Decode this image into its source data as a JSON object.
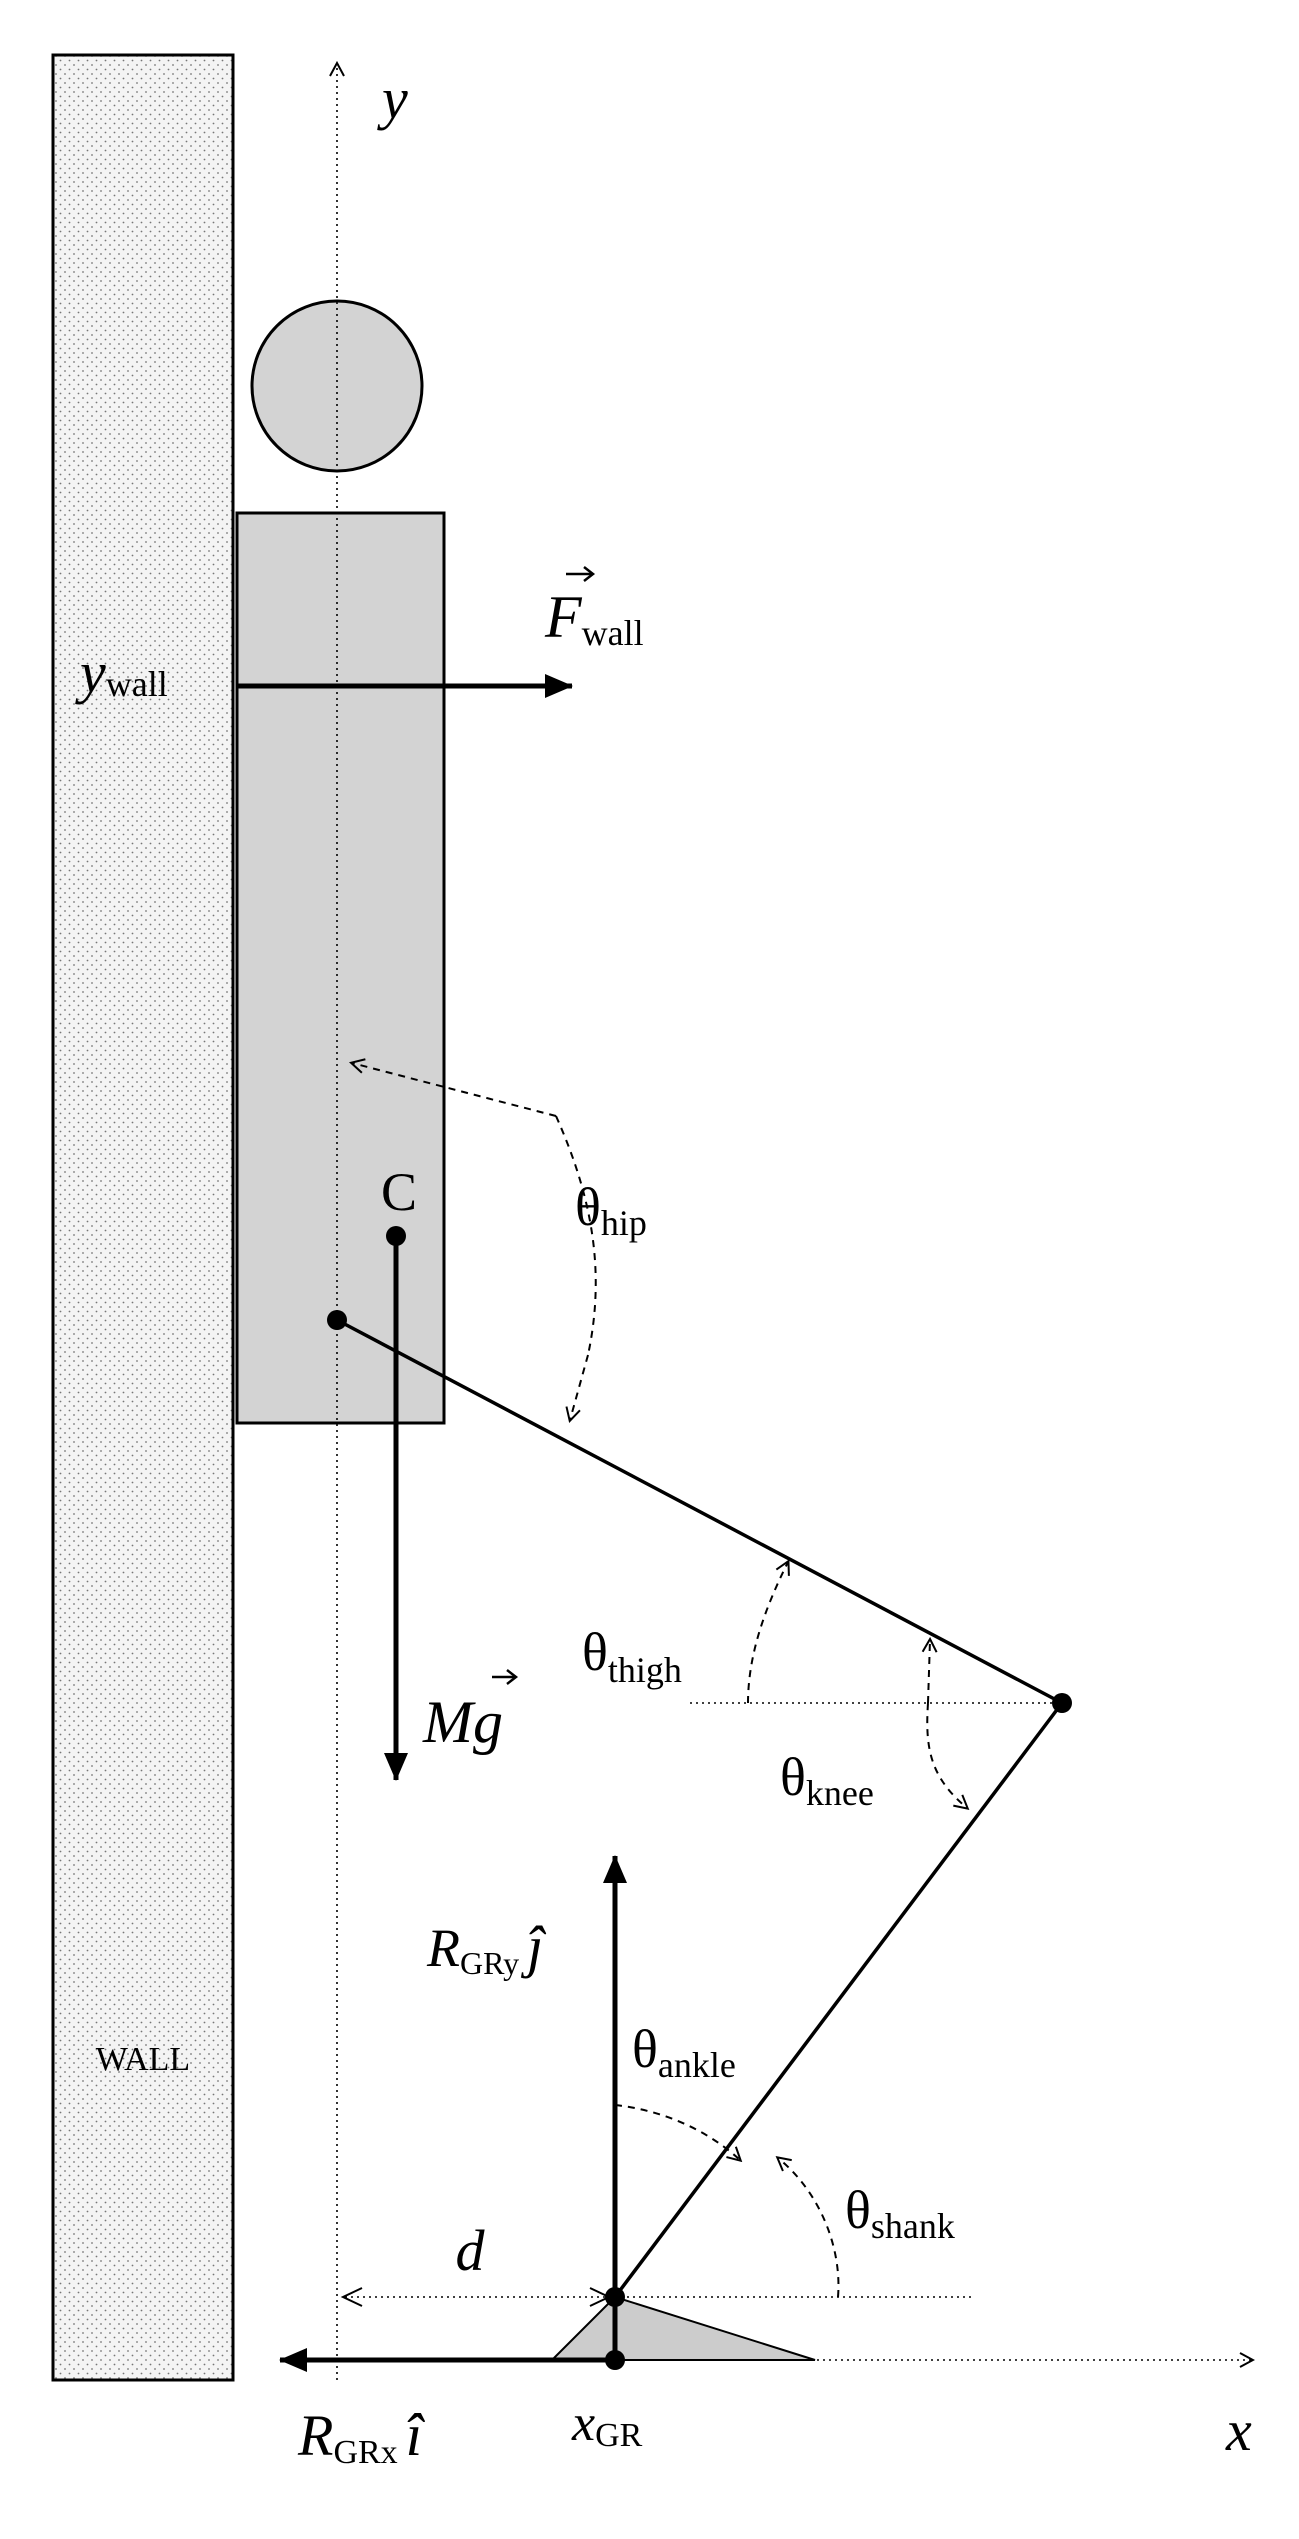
{
  "labels": {
    "y_axis": "y",
    "x_axis": "x",
    "wall": "WALL",
    "y_wall_main": "y",
    "y_wall_sub": "wall",
    "f_wall_main": "F",
    "f_wall_sub": "wall",
    "c_point": "C",
    "mg_main": "Mg",
    "theta_hip_main": "θ",
    "theta_hip_sub": "hip",
    "theta_thigh_main": "θ",
    "theta_thigh_sub": "thigh",
    "theta_knee_main": "θ",
    "theta_knee_sub": "knee",
    "theta_ankle_main": "θ",
    "theta_ankle_sub": "ankle",
    "theta_shank_main": "θ",
    "theta_shank_sub": "shank",
    "rgry_main": "R",
    "rgry_sub": "GRy",
    "rgry_unit": "ĵ",
    "rgrx_main": "R",
    "rgrx_sub": "GRx",
    "rgrx_unit": "î",
    "d_label": "d",
    "xgr_main": "x",
    "xgr_sub": "GR"
  },
  "colors": {
    "body_fill": "#d3d3d3",
    "wall_fill": "#f4f4f4",
    "line": "#000000",
    "background": "#ffffff"
  }
}
